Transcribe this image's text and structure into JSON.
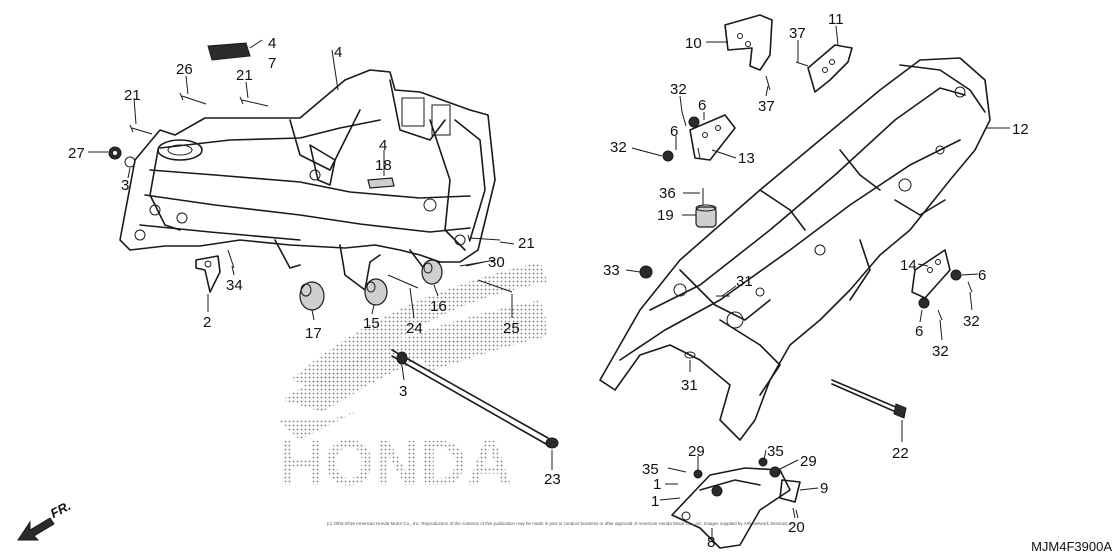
{
  "brand_watermark": "HONDA",
  "direction_label": "FR.",
  "diagram_code": "MJM4F3900A",
  "copyright": "(c) 2003-2018 American Honda Motor Co., Inc. Reproduction of the contents of this publication may be made in part to conduct business or after approval of American Honda Motor Co., Inc. Images supplied by ARI Network Services, Inc.",
  "callouts": {
    "c4a": "4",
    "c7": "7",
    "c4b": "4",
    "c26": "26",
    "c21a": "21",
    "c21b": "21",
    "c27": "27",
    "c3a": "3",
    "c4c": "4",
    "c18": "18",
    "c21c": "21",
    "c30": "30",
    "c34": "34",
    "c2": "2",
    "c17": "17",
    "c15": "15",
    "c24": "24",
    "c16": "16",
    "c25": "25",
    "c3b": "3",
    "c23": "23",
    "c10": "10",
    "c11": "11",
    "c37a": "37",
    "c37b": "37",
    "c32a": "32",
    "c6a": "6",
    "c6b": "6",
    "c32b": "32",
    "c13": "13",
    "c12": "12",
    "c36": "36",
    "c19": "19",
    "c33": "33",
    "c31a": "31",
    "c14": "14",
    "c6c": "6",
    "c6d": "6",
    "c32c": "32",
    "c32d": "32",
    "c31b": "31",
    "c22": "22",
    "c29a": "29",
    "c35a": "35",
    "c35b": "35",
    "c29b": "29",
    "c1a": "1",
    "c1b": "1",
    "c9": "9",
    "c20": "20",
    "c8": "8"
  }
}
